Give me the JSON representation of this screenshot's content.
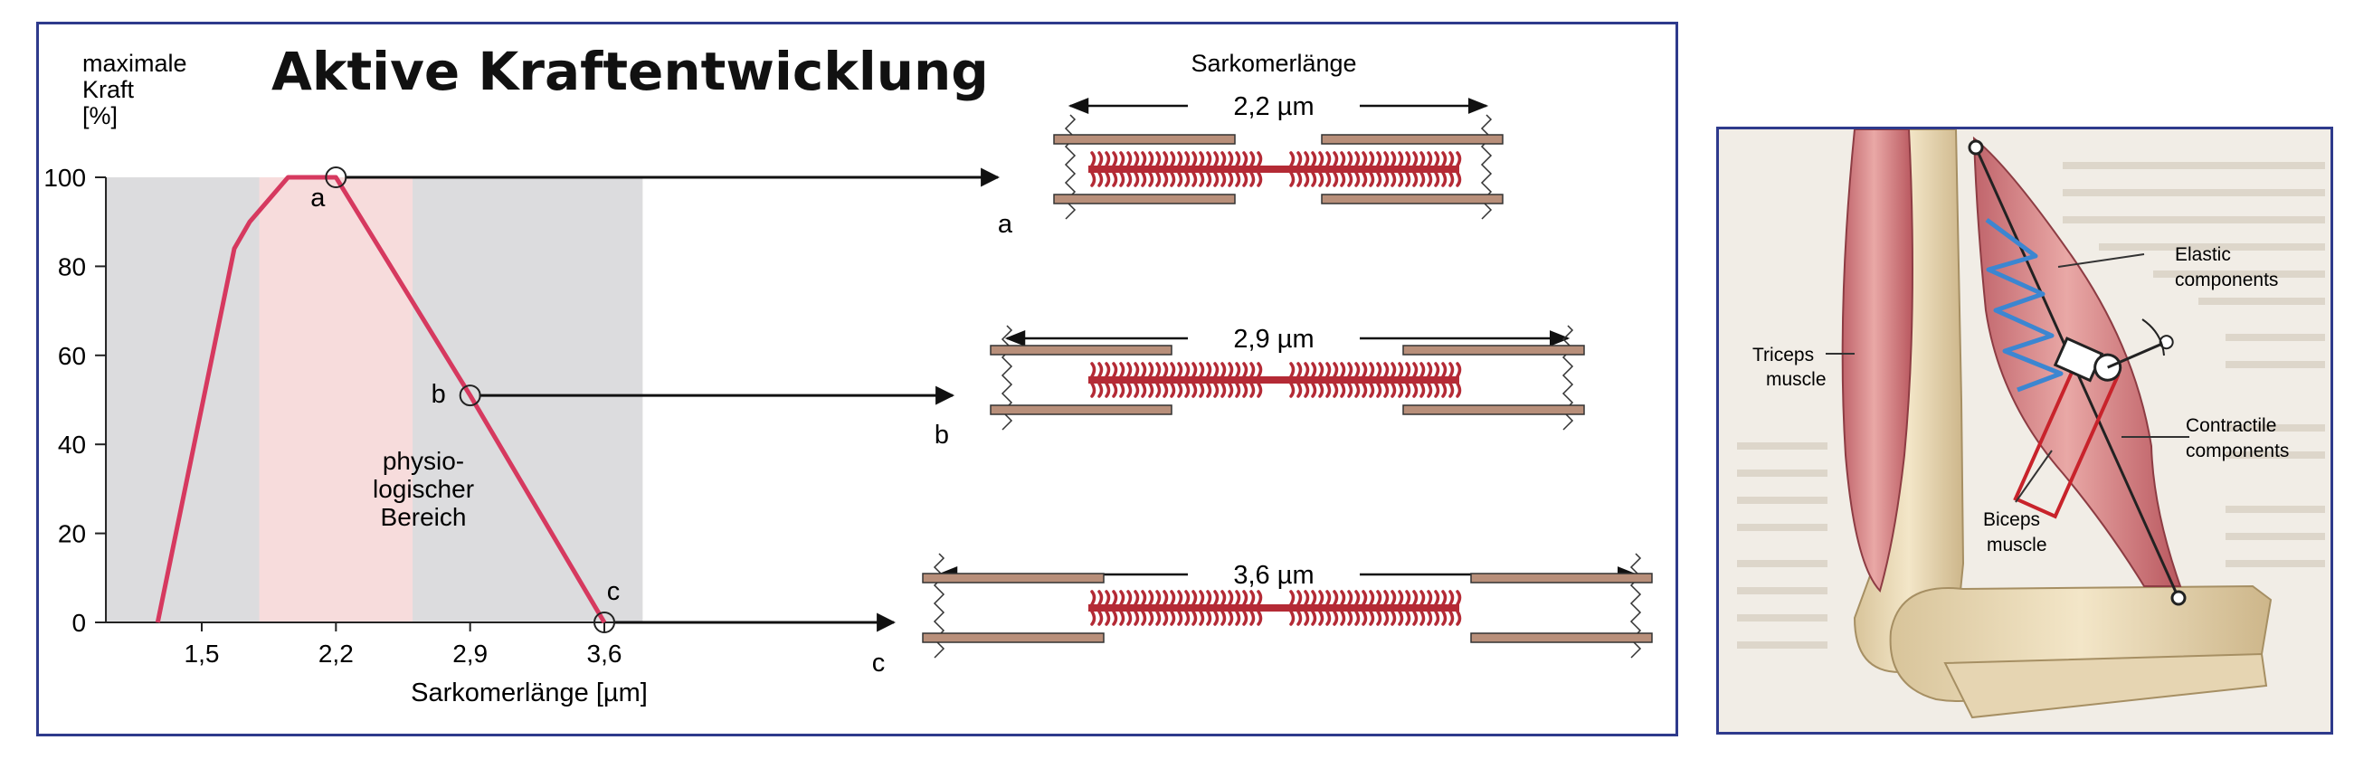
{
  "left_title": "Aktive Kraftentwicklung",
  "colors": {
    "border": "#2e3a8c",
    "curve": "#d6395f",
    "grey_zone": "#dcdcde",
    "physio_zone": "#f7dcdc",
    "filament_thick": "#b42a35",
    "filament_thin": "#b88f7a"
  },
  "chart_data": {
    "type": "line",
    "ylabel_lines": [
      "maximale",
      "Kraft",
      "[%]"
    ],
    "xlabel": "Sarkomerlänge [µm]",
    "y_ticks": [
      0,
      20,
      40,
      60,
      80,
      100
    ],
    "x_ticks": [
      "1,5",
      "2,2",
      "2,9",
      "3,6"
    ],
    "ylim": [
      0,
      100
    ],
    "series": [
      {
        "points": [
          {
            "x": 1.27,
            "y": 0
          },
          {
            "x": 1.67,
            "y": 84
          },
          {
            "x": 1.75,
            "y": 90
          },
          {
            "x": 1.95,
            "y": 100
          },
          {
            "x": 2.2,
            "y": 100
          },
          {
            "x": 2.9,
            "y": 51
          },
          {
            "x": 3.6,
            "y": 0
          }
        ]
      }
    ],
    "zones": [
      {
        "from": 1.0,
        "to": 3.8,
        "kind": "grey"
      },
      {
        "from": 1.8,
        "to": 2.6,
        "kind": "physio"
      }
    ],
    "zone_label_lines": [
      "physio-",
      "logischer",
      "Bereich"
    ],
    "marked_points": [
      {
        "x": 2.2,
        "y": 100,
        "label": "a"
      },
      {
        "x": 2.9,
        "y": 51,
        "label": "b"
      },
      {
        "x": 3.6,
        "y": 0,
        "label": "c"
      }
    ]
  },
  "sarcomere": {
    "header": "Sarkomerlänge",
    "rows": [
      {
        "label": "a",
        "length": "2,2 µm"
      },
      {
        "label": "b",
        "length": "2,9 µm"
      },
      {
        "label": "c",
        "length": "3,6 µm"
      }
    ]
  },
  "muscle": {
    "elastic_lines": [
      "Elastic",
      "components"
    ],
    "contractile_lines": [
      "Contractile",
      "components"
    ],
    "triceps_lines": [
      "Triceps",
      "muscle"
    ],
    "biceps_lines": [
      "Biceps",
      "muscle"
    ]
  }
}
